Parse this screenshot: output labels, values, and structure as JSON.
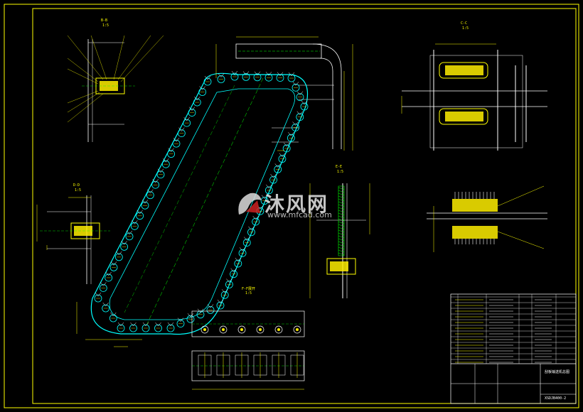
{
  "watermark": {
    "brand": "沐风网",
    "url": "www.mfcad.com"
  },
  "views": {
    "section_b": {
      "title": "B-B",
      "scale": "1:5"
    },
    "section_c": {
      "title": "C-C",
      "scale": "1:5"
    },
    "section_d": {
      "title": "D-D",
      "scale": "1:5"
    },
    "section_e": {
      "title": "E-E",
      "scale": "1:5"
    },
    "section_f": {
      "title": "F-F展开",
      "scale": "1:5"
    }
  },
  "title_block": {
    "drawing_no": "XSDJB400-2",
    "drawing_name": "刮板输送机总图"
  },
  "colors": {
    "background": "#000000",
    "frame": "#ffff00",
    "chain": "#00ffff",
    "dimension": "#ffff00",
    "detail": "#ffffff",
    "centerline": "#00ff00",
    "part_fill": "#ffee00"
  }
}
